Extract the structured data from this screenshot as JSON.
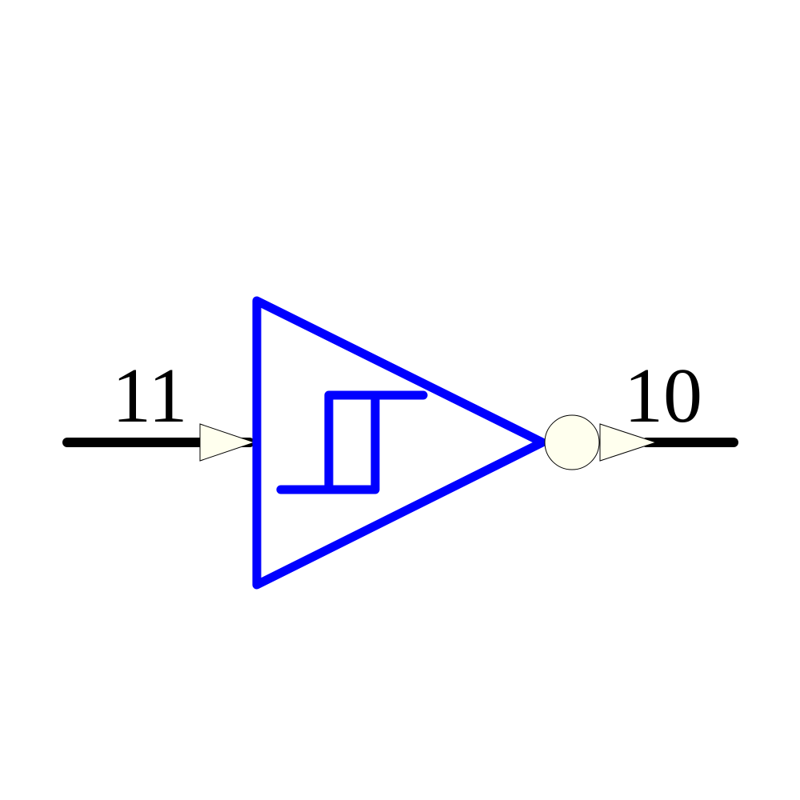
{
  "symbol": {
    "type": "schmitt-trigger-inverter",
    "body_color": "#0000ff",
    "wire_color": "#000000",
    "pin_marker_fill": "#ffffee",
    "pin_marker_stroke": "#000000"
  },
  "pins": {
    "input": {
      "number": "11"
    },
    "output": {
      "number": "10"
    }
  }
}
